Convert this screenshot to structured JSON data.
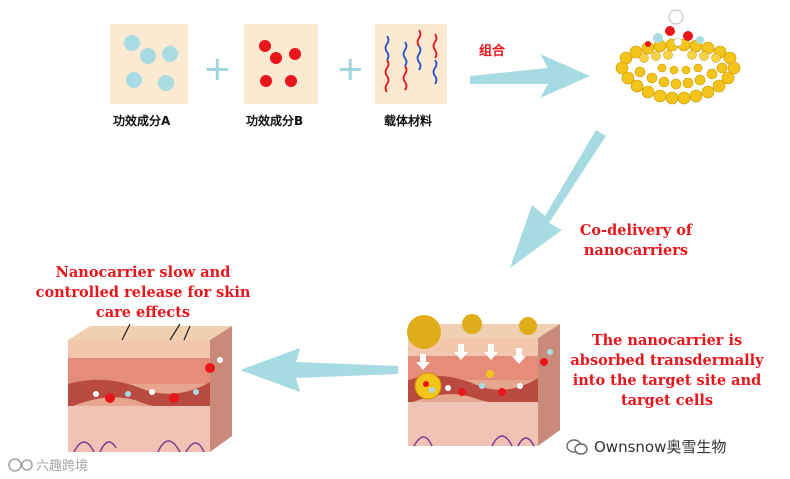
{
  "ingredients": [
    {
      "label": "功效成分A"
    },
    {
      "label": "功效成分B"
    },
    {
      "label": "载体材料"
    }
  ],
  "combine_label": "组合",
  "codelivery_label": "Co-delivery of\nnanocarriers",
  "absorbed_label": "The nanocarrier is\nabsorbed transdermally\ninto the target site and\ntarget cells",
  "release_label": "Nanocarrier slow and\ncontrolled release for skin\ncare effects",
  "watermark_right": "Ownsnow奥雪生物",
  "watermark_left": "六趣跨境",
  "colors": {
    "arrow": "#a6dbe2",
    "label_red": "#e8151b",
    "panel": "#fbe9d2",
    "dot_red": "#e8151b",
    "dot_blue": "#a9dbe3",
    "gold": "#e8b800"
  }
}
